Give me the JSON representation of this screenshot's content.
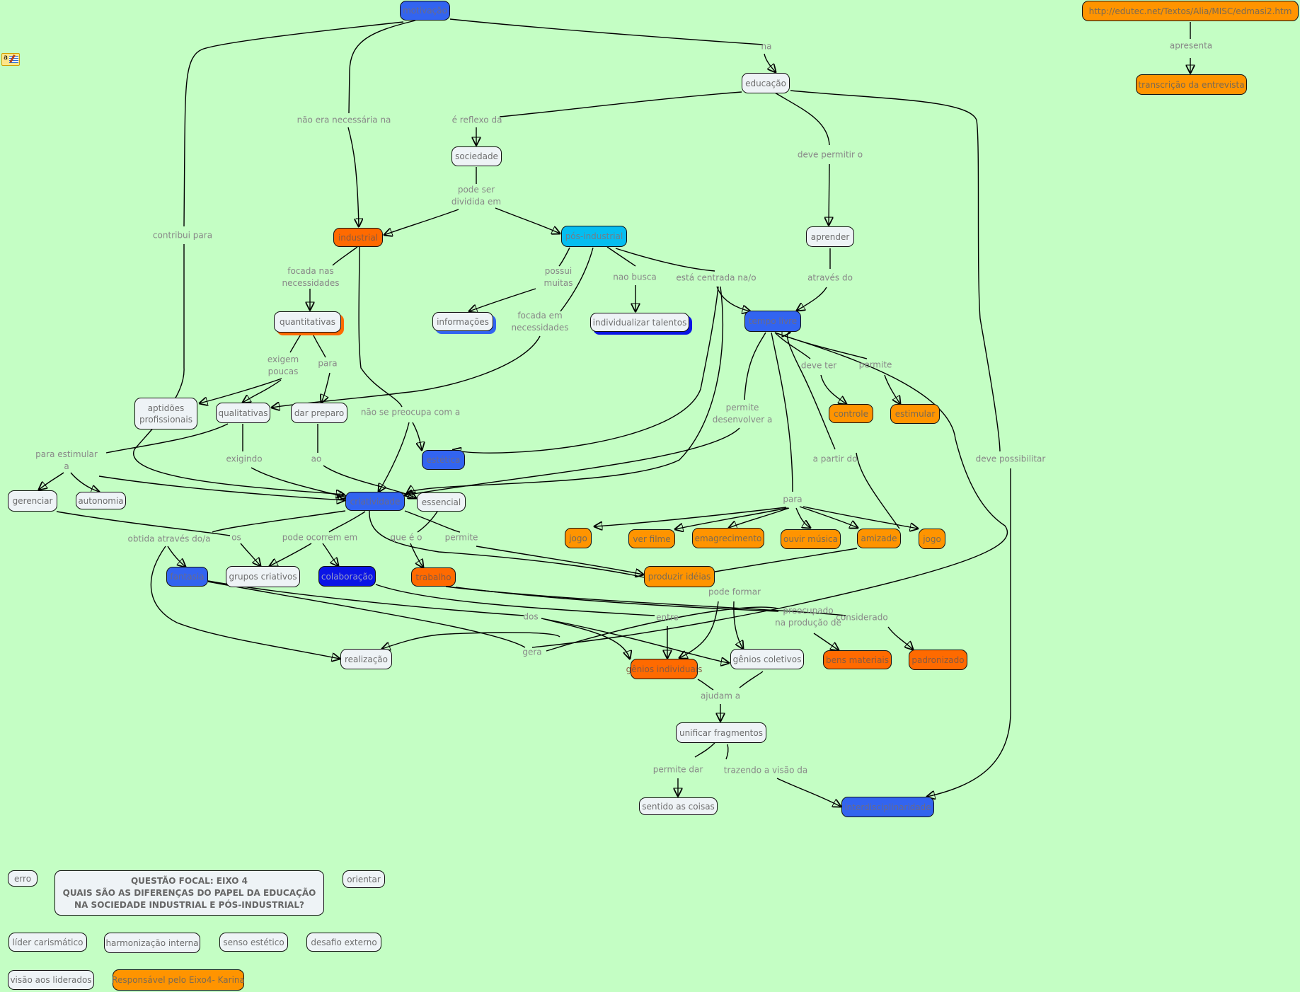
{
  "map_title": "QUESTÃO FOCAL: EIXO 4\nQUAIS SÃO AS DIFERENÇAS DO PAPEL DA EDUCAÇÃO NA SOCIEDADE INDUSTRIAL E PÓS-INDUSTRIAL?",
  "icons": {
    "annotation": "note-pencil-icon"
  },
  "colors": {
    "background": "#c4fec4",
    "white": "#eef3f6",
    "blue": "#3264f0",
    "navy": "#0a14e6",
    "cyan": "#05bdf0",
    "orange": "#ff9400",
    "red": "#ff6a00"
  },
  "nodes": [
    {
      "id": "motivacao",
      "label": "motivação",
      "fill": "blue"
    },
    {
      "id": "url",
      "label": "http://edutec.net/Textos/Alia/MISC/edmasi2.htm",
      "fill": "orange"
    },
    {
      "id": "transcricao",
      "label": "transcrição da entrevista",
      "fill": "orange"
    },
    {
      "id": "educacao",
      "label": "educação",
      "fill": "white"
    },
    {
      "id": "sociedade",
      "label": "sociedade",
      "fill": "white"
    },
    {
      "id": "industrial",
      "label": "industrial",
      "fill": "red"
    },
    {
      "id": "posindustrial",
      "label": "pós-industrial",
      "fill": "cyan"
    },
    {
      "id": "aprender",
      "label": "aprender",
      "fill": "white"
    },
    {
      "id": "quantitativas",
      "label": "quantitativas",
      "fill": "white",
      "shadow": "orange"
    },
    {
      "id": "informacoes",
      "label": "informações",
      "fill": "white",
      "shadow": "blue"
    },
    {
      "id": "individualizar",
      "label": "individualizar talentos",
      "fill": "white",
      "shadow": "navy"
    },
    {
      "id": "tempolivre",
      "label": "tempo livre",
      "fill": "blue"
    },
    {
      "id": "aptidoes",
      "label": "aptidões profissionais",
      "fill": "white"
    },
    {
      "id": "qualitativas",
      "label": "qualitativas",
      "fill": "white"
    },
    {
      "id": "darpreparo",
      "label": "dar preparo",
      "fill": "white"
    },
    {
      "id": "estetica",
      "label": "estética",
      "fill": "blue"
    },
    {
      "id": "controle",
      "label": "controle",
      "fill": "orange"
    },
    {
      "id": "estimular",
      "label": "estimular",
      "fill": "orange"
    },
    {
      "id": "gerenciar",
      "label": "gerenciar",
      "fill": "white"
    },
    {
      "id": "autonomia",
      "label": "autonomia",
      "fill": "white"
    },
    {
      "id": "criatividade",
      "label": "criatividade",
      "fill": "blue"
    },
    {
      "id": "essencial",
      "label": "essencial",
      "fill": "white"
    },
    {
      "id": "jogo1",
      "label": "jogo",
      "fill": "orange"
    },
    {
      "id": "verfilme",
      "label": "ver filme",
      "fill": "orange"
    },
    {
      "id": "emagrecimento",
      "label": "emagrecimento",
      "fill": "orange"
    },
    {
      "id": "ouvirmusica",
      "label": "ouvir música",
      "fill": "orange"
    },
    {
      "id": "amizade",
      "label": "amizade",
      "fill": "orange"
    },
    {
      "id": "jogo2",
      "label": "jogo",
      "fill": "orange"
    },
    {
      "id": "fantasia",
      "label": "fantasia",
      "fill": "blue"
    },
    {
      "id": "grupos",
      "label": "grupos criativos",
      "fill": "white"
    },
    {
      "id": "colaboracao",
      "label": "colaboração",
      "fill": "navy"
    },
    {
      "id": "trabalho",
      "label": "trabalho",
      "fill": "red"
    },
    {
      "id": "produzir",
      "label": "produzir idéias",
      "fill": "orange"
    },
    {
      "id": "realizacao",
      "label": "realização",
      "fill": "white"
    },
    {
      "id": "geniosind",
      "label": "gênios individuais",
      "fill": "red"
    },
    {
      "id": "gcol",
      "label": "gênios coletivos",
      "fill": "white"
    },
    {
      "id": "bens",
      "label": "bens materiais",
      "fill": "red"
    },
    {
      "id": "padronizado",
      "label": "padronizado",
      "fill": "red"
    },
    {
      "id": "unificar",
      "label": "unificar fragmentos",
      "fill": "white"
    },
    {
      "id": "sentido",
      "label": "sentido as coisas",
      "fill": "white"
    },
    {
      "id": "interdisc",
      "label": "interdisciplinaridade",
      "fill": "blue"
    },
    {
      "id": "erro",
      "label": "erro",
      "fill": "white"
    },
    {
      "id": "focal",
      "label": "QUESTÃO FOCAL: EIXO 4 QUAIS SÃO AS DIFERENÇAS DO PAPEL DA EDUCAÇÃO NA SOCIEDADE INDUSTRIAL E PÓS-INDUSTRIAL?",
      "fill": "white"
    },
    {
      "id": "orientar",
      "label": "orientar",
      "fill": "white"
    },
    {
      "id": "lider",
      "label": "líder carismático",
      "fill": "white"
    },
    {
      "id": "harmonizacao",
      "label": "harmonização interna",
      "fill": "white"
    },
    {
      "id": "senso",
      "label": "senso estético",
      "fill": "white"
    },
    {
      "id": "desafio",
      "label": "desafio externo",
      "fill": "white"
    },
    {
      "id": "visao",
      "label": "visão aos liderados",
      "fill": "white"
    },
    {
      "id": "responsavel",
      "label": "Responsável pelo Eixo4- Karina",
      "fill": "orange"
    }
  ],
  "linking_phrases": [
    {
      "id": "l_na",
      "label": "na"
    },
    {
      "id": "l_apresenta",
      "label": "apresenta"
    },
    {
      "id": "l_naoera",
      "label": "não era necessária na"
    },
    {
      "id": "l_reflexo",
      "label": "é reflexo da"
    },
    {
      "id": "l_devepermitir",
      "label": "deve permitir o"
    },
    {
      "id": "l_contribui",
      "label": "contribui para"
    },
    {
      "id": "l_podeser",
      "label": "pode ser\ndividida em"
    },
    {
      "id": "l_focadanas",
      "label": "focada nas\nnecessidades"
    },
    {
      "id": "l_possui",
      "label": "possui\nmuitas"
    },
    {
      "id": "l_naobusca",
      "label": "nao busca"
    },
    {
      "id": "l_centrada",
      "label": "está centrada na/o"
    },
    {
      "id": "l_atraves",
      "label": "através do"
    },
    {
      "id": "l_focadaem",
      "label": "focada em\nnecessidades"
    },
    {
      "id": "l_exigem",
      "label": "exigem\npoucas"
    },
    {
      "id": "l_para1",
      "label": "para"
    },
    {
      "id": "l_deveter",
      "label": "deve ter"
    },
    {
      "id": "l_permite1",
      "label": "permite"
    },
    {
      "id": "l_naosepreocupa",
      "label": "não se preocupa com a"
    },
    {
      "id": "l_permitedes",
      "label": "permite\ndesenvolver a"
    },
    {
      "id": "l_paraestimular",
      "label": "para estimular\na"
    },
    {
      "id": "l_exigindo",
      "label": "exigindo"
    },
    {
      "id": "l_ao",
      "label": "ao"
    },
    {
      "id": "l_apartir",
      "label": "a partir do"
    },
    {
      "id": "l_devepossibilitar",
      "label": "deve possibilitar"
    },
    {
      "id": "l_para2",
      "label": "para"
    },
    {
      "id": "l_obtida",
      "label": "obtida através do/a"
    },
    {
      "id": "l_os",
      "label": "os"
    },
    {
      "id": "l_podeocorrem",
      "label": "pode ocorrem em"
    },
    {
      "id": "l_queeo",
      "label": "que é o"
    },
    {
      "id": "l_permite2",
      "label": "permite"
    },
    {
      "id": "l_podeformar",
      "label": "pode formar"
    },
    {
      "id": "l_dos",
      "label": "dos"
    },
    {
      "id": "l_entre",
      "label": "entre"
    },
    {
      "id": "l_preocupado",
      "label": "preocupado\nna produção de"
    },
    {
      "id": "l_considerado",
      "label": "considerado"
    },
    {
      "id": "l_gera",
      "label": "gera"
    },
    {
      "id": "l_ajudam",
      "label": "ajudam a"
    },
    {
      "id": "l_permitedar",
      "label": "permite dar"
    },
    {
      "id": "l_trazendo",
      "label": "trazendo a visão da"
    }
  ],
  "connections": [
    {
      "from": "motivacao",
      "via": "l_na",
      "to": "educacao"
    },
    {
      "from": "url",
      "via": "l_apresenta",
      "to": "transcricao"
    },
    {
      "from": "motivacao",
      "via": "l_naoera",
      "to": "industrial"
    },
    {
      "from": "educacao",
      "via": "l_reflexo",
      "to": "sociedade"
    },
    {
      "from": "educacao",
      "via": "l_devepermitir",
      "to": "aprender"
    },
    {
      "from": "motivacao",
      "via": "l_contribui",
      "to": "criatividade"
    },
    {
      "from": "sociedade",
      "via": "l_podeser",
      "to": [
        "industrial",
        "posindustrial"
      ]
    },
    {
      "from": "industrial",
      "via": "l_focadanas",
      "to": "quantitativas"
    },
    {
      "from": "posindustrial",
      "via": "l_possui",
      "to": "informacoes"
    },
    {
      "from": "posindustrial",
      "via": "l_naobusca",
      "to": "individualizar"
    },
    {
      "from": "posindustrial",
      "via": "l_centrada",
      "to": [
        "tempolivre",
        "estetica",
        "criatividade"
      ]
    },
    {
      "from": "aprender",
      "via": "l_atraves",
      "to": "tempolivre"
    },
    {
      "from": "posindustrial",
      "via": "l_focadaem",
      "to": "qualitativas"
    },
    {
      "from": "quantitativas",
      "via": "l_exigem",
      "to": [
        "aptidoes",
        "qualitativas"
      ]
    },
    {
      "from": "quantitativas",
      "via": "l_para1",
      "to": "darpreparo"
    },
    {
      "from": "tempolivre",
      "via": "l_deveter",
      "to": "controle"
    },
    {
      "from": "tempolivre",
      "via": "l_permite1",
      "to": "estimular"
    },
    {
      "from": "industrial",
      "via": "l_naosepreocupa",
      "to": [
        "estetica",
        "criatividade"
      ]
    },
    {
      "from": "tempolivre",
      "via": "l_permitedes",
      "to": "criatividade"
    },
    {
      "from": "qualitativas",
      "via": "l_paraestimular",
      "to": [
        "gerenciar",
        "autonomia",
        "criatividade"
      ]
    },
    {
      "from": "qualitativas",
      "via": "l_exigindo",
      "to": "criatividade"
    },
    {
      "from": "darpreparo",
      "via": "l_ao",
      "to": "essencial"
    },
    {
      "from": "amizade",
      "via": "l_apartir",
      "to": "tempolivre"
    },
    {
      "from": "educacao",
      "via": "l_devepossibilitar",
      "to": "interdisc"
    },
    {
      "from": "tempolivre",
      "via": "l_para2",
      "to": [
        "jogo1",
        "verfilme",
        "emagrecimento",
        "ouvirmusica",
        "amizade",
        "jogo2"
      ]
    },
    {
      "from": "criatividade",
      "via": "l_obtida",
      "to": [
        "fantasia",
        "realizacao"
      ]
    },
    {
      "from": "gerenciar",
      "via": "l_os",
      "to": "grupos"
    },
    {
      "from": "criatividade",
      "via": "l_podeocorrem",
      "to": [
        "grupos",
        "colaboracao"
      ]
    },
    {
      "from": "essencial",
      "via": "l_queeo",
      "to": "trabalho"
    },
    {
      "from": "criatividade",
      "via": "l_permite2",
      "to": "produzir"
    },
    {
      "from": "produzir",
      "via": "l_podeformar",
      "to": [
        "geniosind",
        "gcol"
      ]
    },
    {
      "from": "fantasia",
      "via": "l_dos",
      "to": [
        "geniosind",
        "gcol"
      ]
    },
    {
      "from": "colaboracao",
      "via": "l_entre",
      "to": "geniosind"
    },
    {
      "from": "trabalho",
      "via": "l_preocupado",
      "to": "bens"
    },
    {
      "from": "trabalho",
      "via": "l_considerado",
      "to": "padronizado"
    },
    {
      "from": "fantasia",
      "via": "l_gera",
      "to": [
        "realizacao",
        "tempolivre"
      ]
    },
    {
      "from": "geniosind",
      "via": "l_ajudam",
      "to": "unificar"
    },
    {
      "from": "unificar",
      "via": "l_permitedar",
      "to": "sentido"
    },
    {
      "from": "unificar",
      "via": "l_trazendo",
      "to": "interdisc"
    }
  ]
}
